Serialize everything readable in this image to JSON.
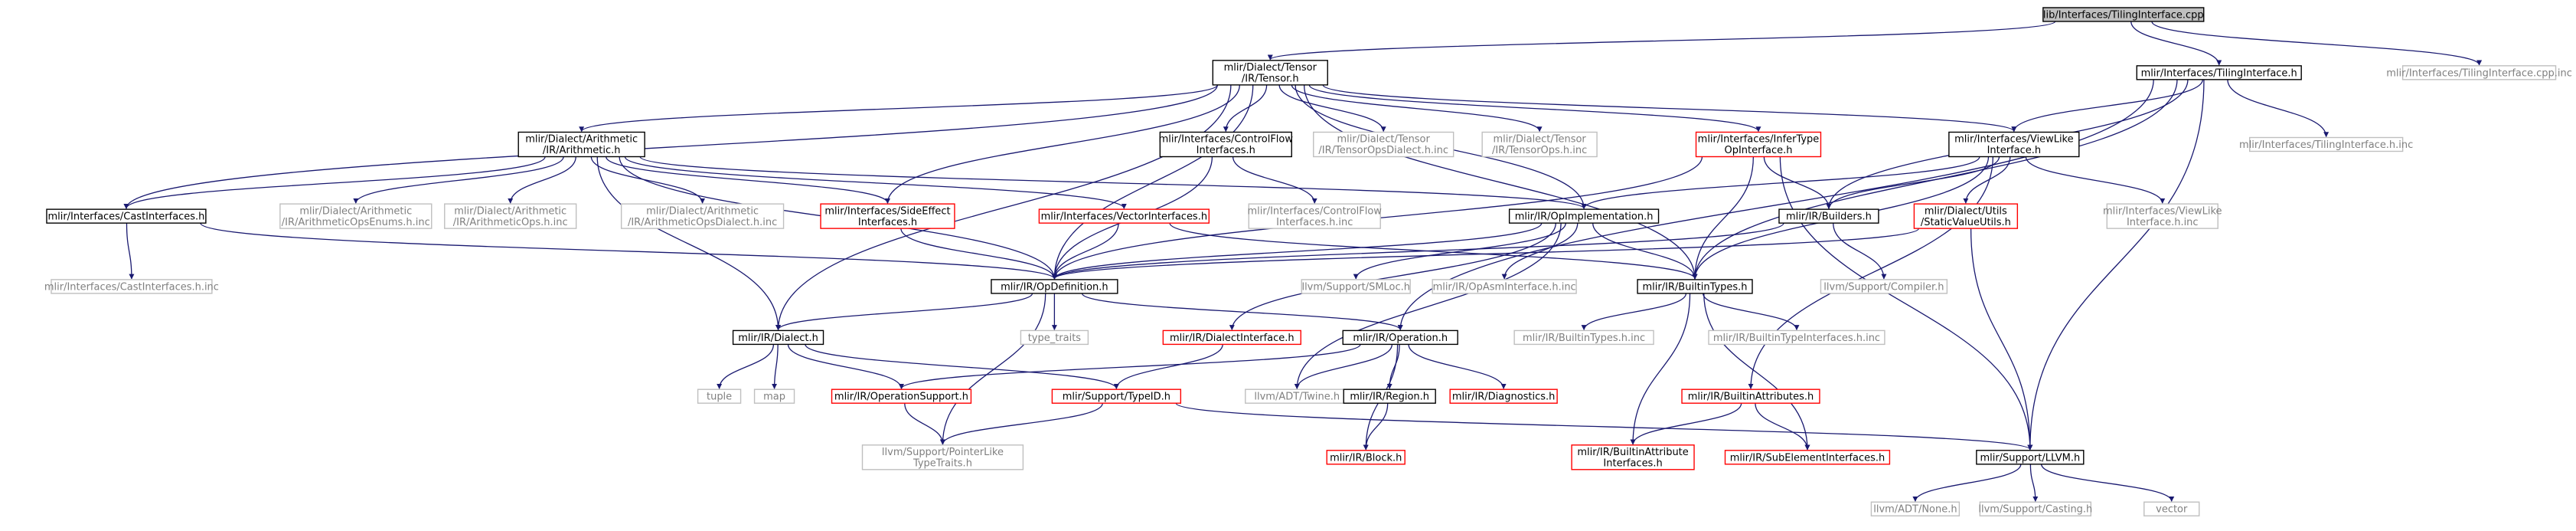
{
  "colors": {
    "edge": "#191970",
    "border_normal": "#000000",
    "border_missing": "#bfbfbf",
    "border_truncated": "#ff0000",
    "text_normal": "#000000",
    "text_missing": "#7f7f7f",
    "root_fill": "#bfbfbf",
    "node_fill": "#ffffff"
  },
  "nodes": [
    {
      "id": "root",
      "kind": "root",
      "lines": [
        "lib/Interfaces/TilingInterface.cpp"
      ]
    },
    {
      "id": "tensor",
      "kind": "normal",
      "lines": [
        "mlir/Dialect/Tensor",
        "/IR/Tensor.h"
      ]
    },
    {
      "id": "tiling_h",
      "kind": "normal",
      "lines": [
        "mlir/Interfaces/TilingInterface.h"
      ]
    },
    {
      "id": "tiling_cpp_inc",
      "kind": "missing",
      "lines": [
        "mlir/Interfaces/TilingInterface.cpp.inc"
      ]
    },
    {
      "id": "arith",
      "kind": "normal",
      "lines": [
        "mlir/Dialect/Arithmetic",
        "/IR/Arithmetic.h"
      ]
    },
    {
      "id": "controlflow",
      "kind": "normal",
      "lines": [
        "mlir/Interfaces/ControlFlow",
        "Interfaces.h"
      ]
    },
    {
      "id": "tensor_dialect_inc",
      "kind": "missing",
      "lines": [
        "mlir/Dialect/Tensor",
        "/IR/TensorOpsDialect.h.inc"
      ]
    },
    {
      "id": "tensor_ops_inc",
      "kind": "missing",
      "lines": [
        "mlir/Dialect/Tensor",
        "/IR/TensorOps.h.inc"
      ]
    },
    {
      "id": "infertype",
      "kind": "truncated",
      "lines": [
        "mlir/Interfaces/InferType",
        "OpInterface.h"
      ]
    },
    {
      "id": "viewlike",
      "kind": "normal",
      "lines": [
        "mlir/Interfaces/ViewLike",
        "Interface.h"
      ]
    },
    {
      "id": "tiling_h_inc",
      "kind": "missing",
      "lines": [
        "mlir/Interfaces/TilingInterface.h.inc"
      ]
    },
    {
      "id": "castif",
      "kind": "normal",
      "lines": [
        "mlir/Interfaces/CastInterfaces.h"
      ]
    },
    {
      "id": "arith_enums_inc",
      "kind": "missing",
      "lines": [
        "mlir/Dialect/Arithmetic",
        "/IR/ArithmeticOpsEnums.h.inc"
      ]
    },
    {
      "id": "arith_ops_inc",
      "kind": "missing",
      "lines": [
        "mlir/Dialect/Arithmetic",
        "/IR/ArithmeticOps.h.inc"
      ]
    },
    {
      "id": "arith_dialect_inc",
      "kind": "missing",
      "lines": [
        "mlir/Dialect/Arithmetic",
        "/IR/ArithmeticOpsDialect.h.inc"
      ]
    },
    {
      "id": "sideeffect",
      "kind": "truncated",
      "lines": [
        "mlir/Interfaces/SideEffect",
        "Interfaces.h"
      ]
    },
    {
      "id": "vectorif",
      "kind": "truncated",
      "lines": [
        "mlir/Interfaces/VectorInterfaces.h"
      ]
    },
    {
      "id": "cf_inc",
      "kind": "missing",
      "lines": [
        "mlir/Interfaces/ControlFlow",
        "Interfaces.h.inc"
      ]
    },
    {
      "id": "opimpl",
      "kind": "normal",
      "lines": [
        "mlir/IR/OpImplementation.h"
      ]
    },
    {
      "id": "builders",
      "kind": "normal",
      "lines": [
        "mlir/IR/Builders.h"
      ]
    },
    {
      "id": "staticvalue",
      "kind": "truncated",
      "lines": [
        "mlir/Dialect/Utils",
        "/StaticValueUtils.h"
      ]
    },
    {
      "id": "viewlike_inc",
      "kind": "missing",
      "lines": [
        "mlir/Interfaces/ViewLike",
        "Interface.h.inc"
      ]
    },
    {
      "id": "castif_inc",
      "kind": "missing",
      "lines": [
        "mlir/Interfaces/CastInterfaces.h.inc"
      ]
    },
    {
      "id": "opdef",
      "kind": "normal",
      "lines": [
        "mlir/IR/OpDefinition.h"
      ]
    },
    {
      "id": "smloc",
      "kind": "missing",
      "lines": [
        "llvm/Support/SMLoc.h"
      ]
    },
    {
      "id": "opasm_inc",
      "kind": "missing",
      "lines": [
        "mlir/IR/OpAsmInterface.h.inc"
      ]
    },
    {
      "id": "builtintypes",
      "kind": "normal",
      "lines": [
        "mlir/IR/BuiltinTypes.h"
      ]
    },
    {
      "id": "compiler",
      "kind": "missing",
      "lines": [
        "llvm/Support/Compiler.h"
      ]
    },
    {
      "id": "type_traits",
      "kind": "missing",
      "lines": [
        "type_traits"
      ]
    },
    {
      "id": "dialect",
      "kind": "normal",
      "lines": [
        "mlir/IR/Dialect.h"
      ]
    },
    {
      "id": "dialectif",
      "kind": "truncated",
      "lines": [
        "mlir/IR/DialectInterface.h"
      ]
    },
    {
      "id": "operation",
      "kind": "normal",
      "lines": [
        "mlir/IR/Operation.h"
      ]
    },
    {
      "id": "builtintypes_inc",
      "kind": "missing",
      "lines": [
        "mlir/IR/BuiltinTypes.h.inc"
      ]
    },
    {
      "id": "builtintypeif_inc",
      "kind": "missing",
      "lines": [
        "mlir/IR/BuiltinTypeInterfaces.h.inc"
      ]
    },
    {
      "id": "tuple",
      "kind": "missing",
      "lines": [
        "tuple"
      ]
    },
    {
      "id": "map",
      "kind": "missing",
      "lines": [
        "map"
      ]
    },
    {
      "id": "opsupport",
      "kind": "truncated",
      "lines": [
        "mlir/IR/OperationSupport.h"
      ]
    },
    {
      "id": "typeid",
      "kind": "truncated",
      "lines": [
        "mlir/Support/TypeID.h"
      ]
    },
    {
      "id": "twine",
      "kind": "missing",
      "lines": [
        "llvm/ADT/Twine.h"
      ]
    },
    {
      "id": "region",
      "kind": "normal",
      "lines": [
        "mlir/IR/Region.h"
      ]
    },
    {
      "id": "diagnostics",
      "kind": "truncated",
      "lines": [
        "mlir/IR/Diagnostics.h"
      ]
    },
    {
      "id": "builtinattrs",
      "kind": "truncated",
      "lines": [
        "mlir/IR/BuiltinAttributes.h"
      ]
    },
    {
      "id": "pointerlike",
      "kind": "missing",
      "lines": [
        "llvm/Support/PointerLike",
        "TypeTraits.h"
      ]
    },
    {
      "id": "block",
      "kind": "truncated",
      "lines": [
        "mlir/IR/Block.h"
      ]
    },
    {
      "id": "builtinattrif",
      "kind": "truncated",
      "lines": [
        "mlir/IR/BuiltinAttribute",
        "Interfaces.h"
      ]
    },
    {
      "id": "subelement",
      "kind": "truncated",
      "lines": [
        "mlir/IR/SubElementInterfaces.h"
      ]
    },
    {
      "id": "llvm_h",
      "kind": "normal",
      "lines": [
        "mlir/Support/LLVM.h"
      ]
    },
    {
      "id": "none",
      "kind": "missing",
      "lines": [
        "llvm/ADT/None.h"
      ]
    },
    {
      "id": "casting",
      "kind": "missing",
      "lines": [
        "llvm/Support/Casting.h"
      ]
    },
    {
      "id": "vector",
      "kind": "missing",
      "lines": [
        "vector"
      ]
    }
  ],
  "edges": [
    [
      "root",
      "tensor"
    ],
    [
      "root",
      "tiling_h"
    ],
    [
      "root",
      "tiling_cpp_inc"
    ],
    [
      "tensor",
      "arith"
    ],
    [
      "tensor",
      "controlflow"
    ],
    [
      "tensor",
      "tensor_dialect_inc"
    ],
    [
      "tensor",
      "tensor_ops_inc"
    ],
    [
      "tensor",
      "infertype"
    ],
    [
      "tensor",
      "viewlike"
    ],
    [
      "tensor",
      "castif"
    ],
    [
      "tensor",
      "sideeffect"
    ],
    [
      "tensor",
      "opdef"
    ],
    [
      "tensor",
      "dialect"
    ],
    [
      "tensor",
      "builtintypes"
    ],
    [
      "tensor",
      "opimpl"
    ],
    [
      "tiling_h",
      "viewlike"
    ],
    [
      "tiling_h",
      "tiling_h_inc"
    ],
    [
      "tiling_h",
      "builders"
    ],
    [
      "tiling_h",
      "builtintypes"
    ],
    [
      "tiling_h",
      "operation"
    ],
    [
      "tiling_h",
      "llvm_h"
    ],
    [
      "arith",
      "castif"
    ],
    [
      "arith",
      "arith_enums_inc"
    ],
    [
      "arith",
      "arith_ops_inc"
    ],
    [
      "arith",
      "arith_dialect_inc"
    ],
    [
      "arith",
      "sideeffect"
    ],
    [
      "arith",
      "vectorif"
    ],
    [
      "arith",
      "opimpl"
    ],
    [
      "arith",
      "opdef"
    ],
    [
      "arith",
      "dialect"
    ],
    [
      "controlflow",
      "cf_inc"
    ],
    [
      "controlflow",
      "opdef"
    ],
    [
      "infertype",
      "builders"
    ],
    [
      "infertype",
      "builtintypes"
    ],
    [
      "infertype",
      "opdef"
    ],
    [
      "infertype",
      "llvm_h"
    ],
    [
      "viewlike",
      "opimpl"
    ],
    [
      "viewlike",
      "builders"
    ],
    [
      "viewlike",
      "staticvalue"
    ],
    [
      "viewlike",
      "viewlike_inc"
    ],
    [
      "viewlike",
      "builtintypes"
    ],
    [
      "viewlike",
      "builtinattrs"
    ],
    [
      "castif",
      "castif_inc"
    ],
    [
      "castif",
      "opdef"
    ],
    [
      "sideeffect",
      "opdef"
    ],
    [
      "vectorif",
      "opdef"
    ],
    [
      "vectorif",
      "builtintypes"
    ],
    [
      "opimpl",
      "opdef"
    ],
    [
      "opimpl",
      "smloc"
    ],
    [
      "opimpl",
      "opasm_inc"
    ],
    [
      "opimpl",
      "builtintypes"
    ],
    [
      "opimpl",
      "twine"
    ],
    [
      "opimpl",
      "dialectif"
    ],
    [
      "builders",
      "opdef"
    ],
    [
      "builders",
      "compiler"
    ],
    [
      "staticvalue",
      "opdef"
    ],
    [
      "staticvalue",
      "llvm_h"
    ],
    [
      "opdef",
      "type_traits"
    ],
    [
      "opdef",
      "dialect"
    ],
    [
      "opdef",
      "operation"
    ],
    [
      "opdef",
      "pointerlike"
    ],
    [
      "builtintypes",
      "builtintypes_inc"
    ],
    [
      "builtintypes",
      "builtintypeif_inc"
    ],
    [
      "builtintypes",
      "builtinattrif"
    ],
    [
      "builtintypes",
      "subelement"
    ],
    [
      "dialect",
      "tuple"
    ],
    [
      "dialect",
      "map"
    ],
    [
      "dialect",
      "opsupport"
    ],
    [
      "dialect",
      "typeid"
    ],
    [
      "dialectif",
      "typeid"
    ],
    [
      "operation",
      "opsupport"
    ],
    [
      "operation",
      "twine"
    ],
    [
      "operation",
      "region"
    ],
    [
      "operation",
      "diagnostics"
    ],
    [
      "operation",
      "block"
    ],
    [
      "opsupport",
      "pointerlike"
    ],
    [
      "typeid",
      "pointerlike"
    ],
    [
      "typeid",
      "llvm_h"
    ],
    [
      "region",
      "block"
    ],
    [
      "builtinattrs",
      "builtinattrif"
    ],
    [
      "builtinattrs",
      "subelement"
    ],
    [
      "llvm_h",
      "none"
    ],
    [
      "llvm_h",
      "casting"
    ],
    [
      "llvm_h",
      "vector"
    ]
  ]
}
